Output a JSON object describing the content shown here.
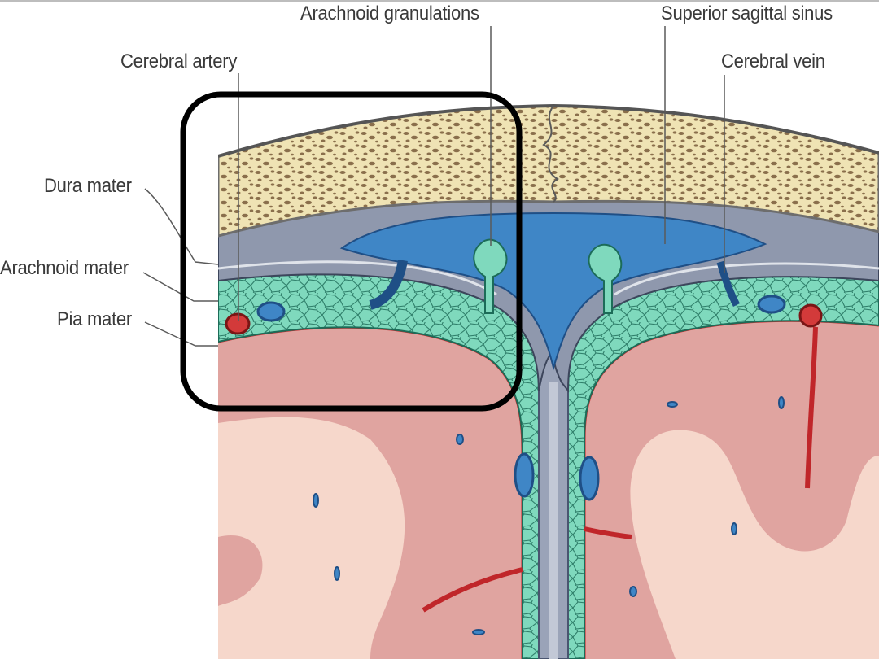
{
  "labels": {
    "arachnoid_granulations": "Arachnoid granulations",
    "superior_sagittal_sinus": "Superior sagittal sinus",
    "cerebral_artery": "Cerebral artery",
    "cerebral_vein": "Cerebral vein",
    "dura_mater": "Dura mater",
    "arachnoid_mater": "Arachnoid mater",
    "pia_mater": "Pia mater"
  },
  "colors": {
    "bone": "#efe3b4",
    "bone_pore": "#8a6f4c",
    "dura": "#8f98ad",
    "sinus": "#3f86c6",
    "subarachnoid": "#7fd9bd",
    "cortex": "#e0a4a0",
    "white_matter": "#f6d7cb",
    "pia_line": "#c0262a",
    "highlight_box": "#000000"
  }
}
